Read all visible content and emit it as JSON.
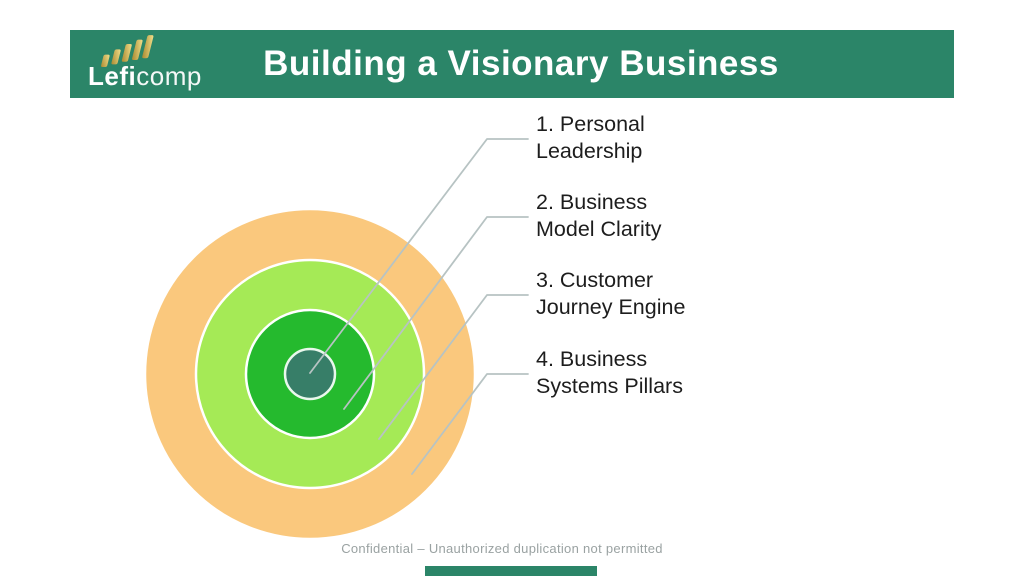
{
  "slide": {
    "footer_text": "Confidential – Unauthorized duplication not permitted",
    "accent_color": "#2B8568",
    "background_color": "#FFFFFF"
  },
  "header": {
    "title": "Building a Visionary Business",
    "background_color": "#2B8568",
    "logo": {
      "brand_bold": "Lefi",
      "brand_light": "comp",
      "icon": "gold-growth-bars-icon",
      "gold_dark": "#A9882F",
      "gold_light": "#F2E08C"
    }
  },
  "diagram": {
    "type": "concentric-circles",
    "connector_color": "#B7C3C3",
    "ring_border_color": "#FFFFFF",
    "rings": [
      {
        "level": 4,
        "name": "business-systems-pillars",
        "color": "#FAC87D",
        "radius": 165
      },
      {
        "level": 3,
        "name": "customer-journey-engine",
        "color": "#A5EA56",
        "radius": 114
      },
      {
        "level": 2,
        "name": "business-model-clarity",
        "color": "#25BA2E",
        "radius": 64
      },
      {
        "level": 1,
        "name": "personal-leadership",
        "color": "#377E68",
        "radius": 25
      }
    ],
    "labels": [
      {
        "text": "1. Personal Leadership"
      },
      {
        "text": "2. Business Model Clarity"
      },
      {
        "text": "3. Customer Journey Engine"
      },
      {
        "text": "4. Business Systems Pillars"
      }
    ]
  }
}
